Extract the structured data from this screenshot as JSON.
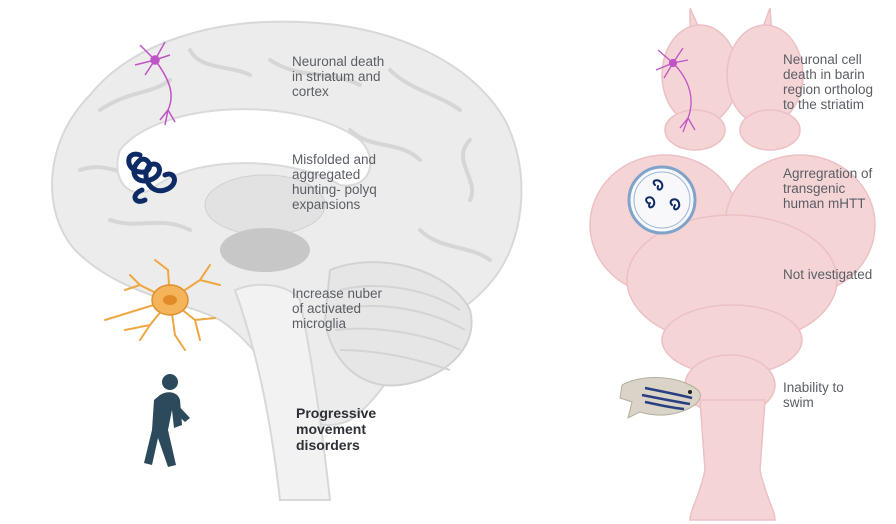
{
  "left_panel": {
    "labels": [
      "Neuronal death\nin striatum and\ncortex",
      "Misfolded and\naggregated\nhunting- polyq\nexpansions",
      "Increase nuber\nof activated\nmicroglia"
    ],
    "movement_label": "Progressive\nmovement\ndisorders"
  },
  "right_panel": {
    "labels": [
      "Neuronal cell\ndeath in barin\nregion ortholog\nto the striatim",
      "Agrregration of\ntransgenic\nhuman mHTT",
      "Not ivestigated",
      "Inability to\nswim"
    ]
  },
  "colors": {
    "human_brain": "#ebebeb",
    "fish_brain": "#f5d4d6",
    "neuron": "#c054c6",
    "microglia": "#f0a640",
    "aggregate": "#0f2b66",
    "person": "#2c4a5c"
  }
}
